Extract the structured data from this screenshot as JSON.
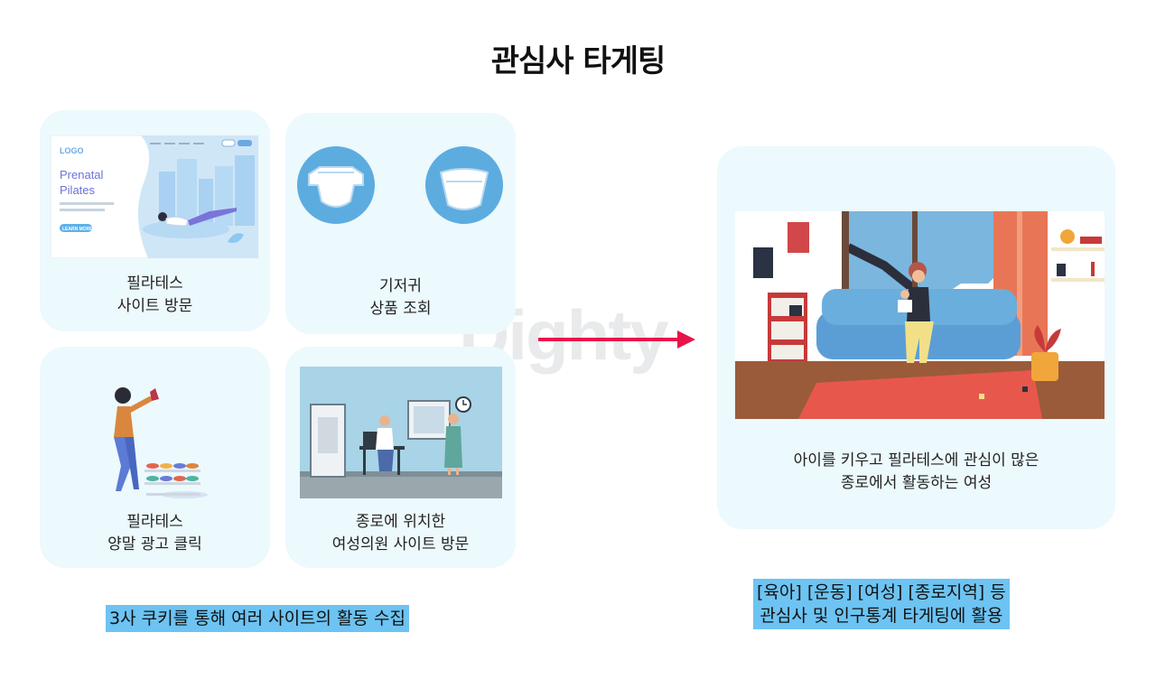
{
  "title": "관심사 타게팅",
  "watermark": "Dighty",
  "cards": [
    {
      "lines": [
        "필라테스",
        "사이트 방문"
      ],
      "screen": {
        "logo": "LOGO",
        "heading_1": "Prenatal",
        "heading_2": "Pilates",
        "button": "LEARN MORE"
      }
    },
    {
      "lines": [
        "기저귀",
        "상품 조회"
      ]
    },
    {
      "lines": [
        "필라테스",
        "양말 광고 클릭"
      ]
    },
    {
      "lines": [
        "종로에 위치한",
        "여성의원 사이트 방문"
      ]
    }
  ],
  "result_card": {
    "lines": [
      "아이를 키우고 필라테스에 관심이 많은",
      "종로에서 활동하는 여성"
    ]
  },
  "caption_left": "3사 쿠키를 통해 여러 사이트의 활동 수집",
  "caption_right": [
    "[육아] [운동] [여성] [종로지역] 등",
    "관심사 및 인구통계 타게팅에 활용"
  ],
  "colors": {
    "card_bg": "#ecf9fd",
    "caption_bg": "#6dc3f2",
    "arrow": "#e8144c"
  },
  "icons": [
    "pilates-website-illustration",
    "diaper-icon",
    "sock-ad-illustration",
    "clinic-illustration",
    "arrow-right-icon",
    "living-room-illustration"
  ]
}
